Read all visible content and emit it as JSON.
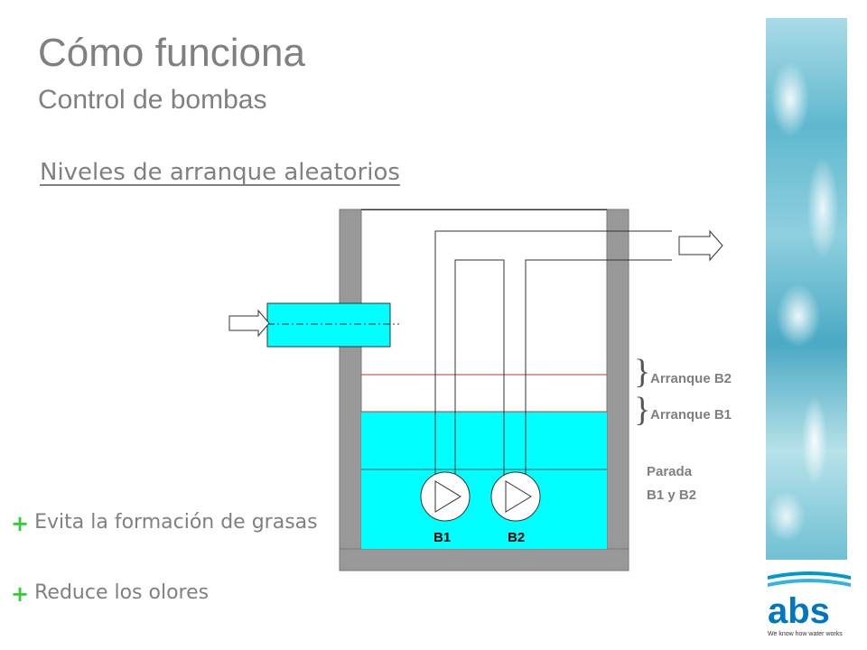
{
  "header": {
    "title": "Cómo funciona",
    "subtitle": "Control de bombas",
    "section_title": "Niveles de arranque aleatorios"
  },
  "diagram": {
    "levels": [
      {
        "label": "Arranque B2"
      },
      {
        "label": "Arranque B1"
      }
    ],
    "stop_label_line1": "Parada",
    "stop_label_line2": "B1 y B2",
    "pumps": [
      "B1",
      "B2"
    ],
    "colors": {
      "water": "#00ffff",
      "wall": "#999999",
      "level_line": "#cc3333"
    }
  },
  "bullets": [
    {
      "text": "Evita la formación de grasas"
    },
    {
      "text": "Reduce los olores"
    }
  ],
  "logo": {
    "brand": "abs",
    "tagline": "We know how water works"
  }
}
